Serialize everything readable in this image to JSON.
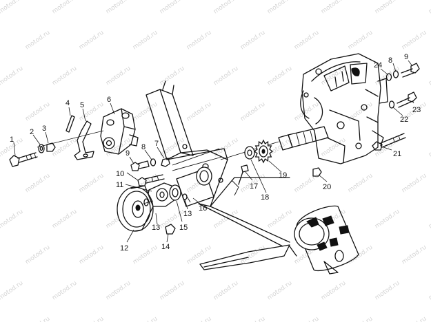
{
  "watermark": {
    "text": "motod.ru"
  },
  "callouts": [
    {
      "number": "1"
    },
    {
      "number": "2"
    },
    {
      "number": "3"
    },
    {
      "number": "4"
    },
    {
      "number": "5"
    },
    {
      "number": "6"
    },
    {
      "number": "7"
    },
    {
      "number": "8"
    },
    {
      "number": "9"
    },
    {
      "number": "10"
    },
    {
      "number": "11"
    },
    {
      "number": "12"
    },
    {
      "number": "13"
    },
    {
      "number": "14"
    },
    {
      "number": "15"
    },
    {
      "number": "16"
    },
    {
      "number": "17"
    },
    {
      "number": "18"
    },
    {
      "number": "19"
    },
    {
      "number": "20"
    },
    {
      "number": "21"
    },
    {
      "number": "22"
    },
    {
      "number": "23"
    },
    {
      "number": "24"
    },
    {
      "number": "8"
    },
    {
      "number": "9"
    },
    {
      "number": "9"
    },
    {
      "number": "8"
    },
    {
      "number": "13"
    }
  ]
}
